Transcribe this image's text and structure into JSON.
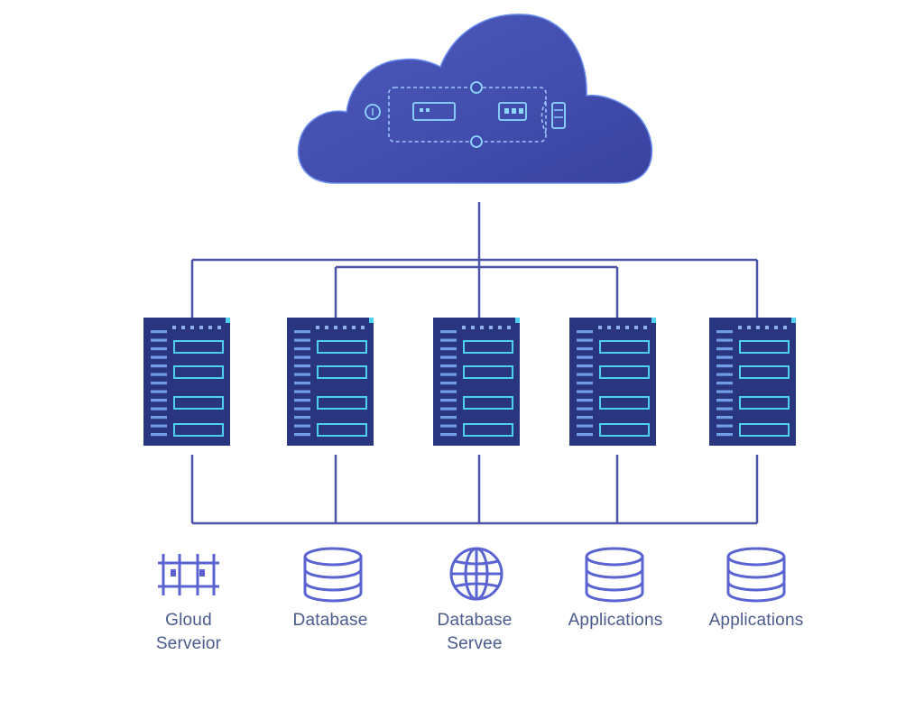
{
  "colors": {
    "cloud_fill": "#3f4cad",
    "cloud_highlight": "#5360c0",
    "line": "#4c54a8",
    "server_body": "#2a3580",
    "server_accent": "#4ed0f0",
    "icon_stroke": "#5a63d2",
    "caption_text": "#4a5a8c"
  },
  "cloud": {
    "icons": [
      "node-icon",
      "chip-icon",
      "chip-icon",
      "battery-icon"
    ]
  },
  "servers": [
    {
      "icon": "server-rack-icon"
    },
    {
      "icon": "server-rack-icon"
    },
    {
      "icon": "server-rack-icon"
    },
    {
      "icon": "server-rack-icon"
    },
    {
      "icon": "server-rack-icon"
    }
  ],
  "nodes": [
    {
      "icon": "network-grid-icon",
      "label_lines": [
        "Gloud",
        "Serveior"
      ]
    },
    {
      "icon": "database-icon",
      "label_lines": [
        "Database"
      ]
    },
    {
      "icon": "globe-icon",
      "label_lines": [
        "Database",
        "Servee"
      ]
    },
    {
      "icon": "database-icon",
      "label_lines": [
        "Applications"
      ]
    },
    {
      "icon": "database-icon",
      "label_lines": [
        "Applications"
      ]
    }
  ]
}
